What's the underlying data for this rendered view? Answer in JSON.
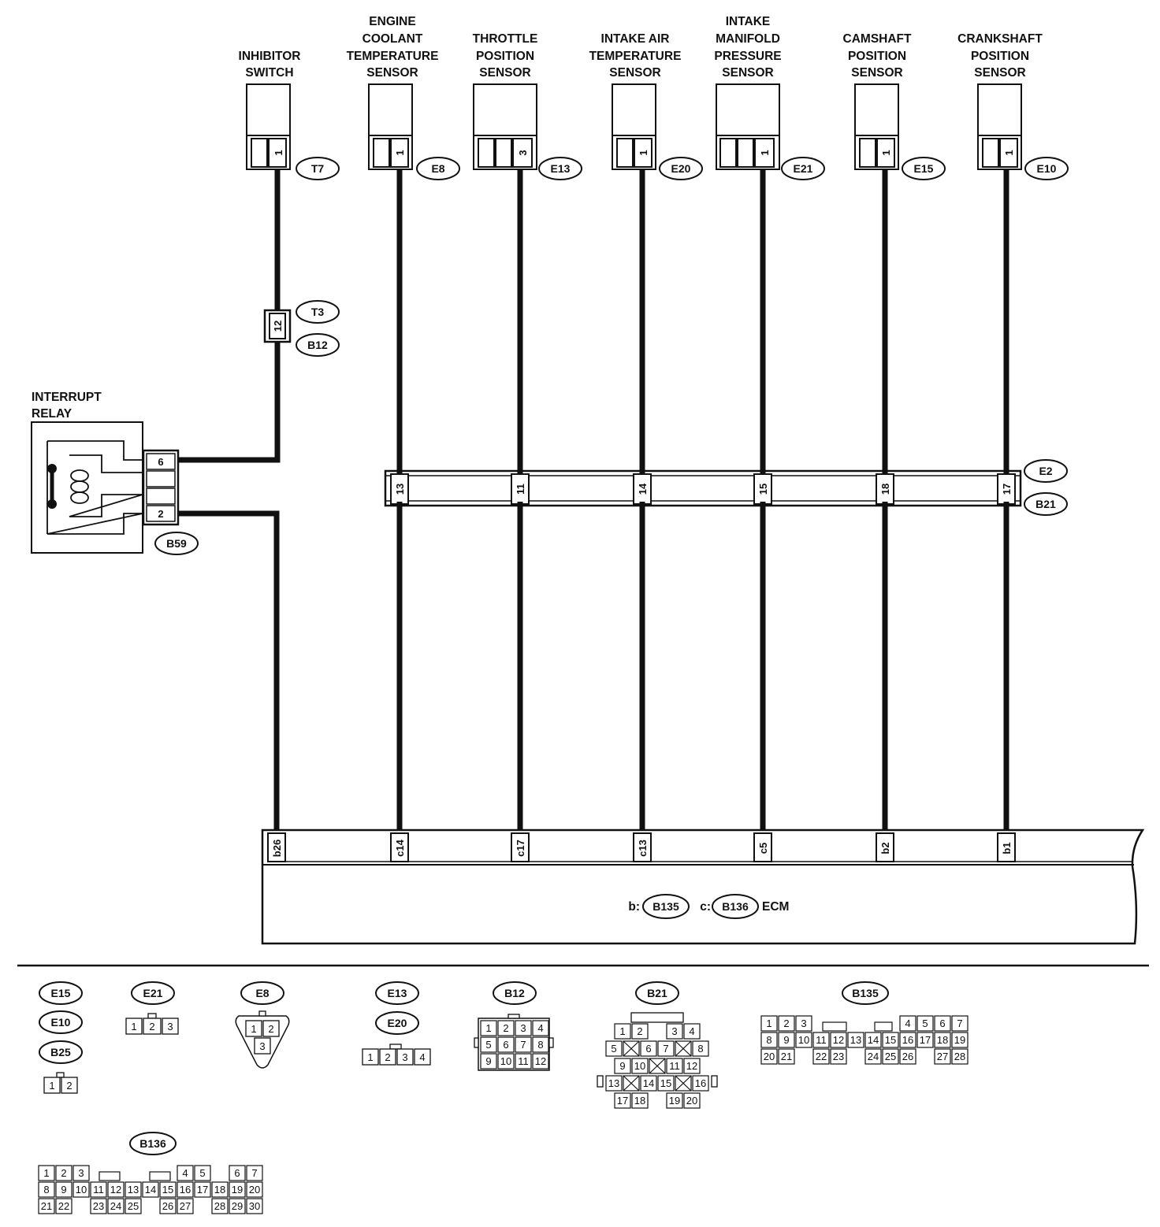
{
  "diagram": {
    "components": {
      "inhibitor": {
        "line1": "INHIBITOR",
        "line2": "SWITCH",
        "connector": "T7",
        "pin": "1"
      },
      "coolant": {
        "line1": "ENGINE",
        "line2": "COOLANT",
        "line3": "TEMPERATURE",
        "line4": "SENSOR",
        "connector": "E8",
        "pin": "1"
      },
      "throttle": {
        "line1": "THROTTLE",
        "line2": "POSITION",
        "line3": "SENSOR",
        "connector": "E13",
        "pin": "3"
      },
      "intake_air": {
        "line1": "INTAKE AIR",
        "line2": "TEMPERATURE",
        "line3": "SENSOR",
        "connector": "E20",
        "pin": "1"
      },
      "manifold": {
        "line1": "INTAKE",
        "line2": "MANIFOLD",
        "line3": "PRESSURE",
        "line4": "SENSOR",
        "connector": "E21",
        "pin": "1"
      },
      "camshaft": {
        "line1": "CAMSHAFT",
        "line2": "POSITION",
        "line3": "SENSOR",
        "connector": "E15",
        "pin": "1"
      },
      "crankshaft": {
        "line1": "CRANKSHAFT",
        "line2": "POSITION",
        "line3": "SENSOR",
        "connector": "E10",
        "pin": "1"
      }
    },
    "relay": {
      "line1": "INTERRUPT",
      "line2": "RELAY",
      "connector": "B59",
      "pin_top": "6",
      "pin_bottom": "2"
    },
    "inline_connector": {
      "top": "T3",
      "bottom": "B12",
      "pin": "12"
    },
    "joint": {
      "top": "E2",
      "bottom": "B21",
      "pins": [
        "13",
        "11",
        "14",
        "15",
        "18",
        "17"
      ]
    },
    "ecm": {
      "pins": [
        "b26",
        "c14",
        "c17",
        "c13",
        "c5",
        "b2",
        "b1"
      ],
      "prefix_b": "b:",
      "conn_b": "B135",
      "prefix_c": "c:",
      "conn_c": "B136",
      "label": "ECM"
    }
  },
  "legend": {
    "c1": {
      "labels": [
        "E15",
        "E10",
        "B25"
      ],
      "pins": [
        "1",
        "2"
      ]
    },
    "c2": {
      "label": "E21",
      "pins": [
        "1",
        "2",
        "3"
      ]
    },
    "c3": {
      "label": "E8",
      "pins": [
        "1",
        "2",
        "3"
      ]
    },
    "c4": {
      "labels": [
        "E13",
        "E20"
      ],
      "pins": [
        "1",
        "2",
        "3",
        "4"
      ]
    },
    "c5": {
      "label": "B12",
      "rows": [
        [
          "1",
          "2",
          "3",
          "4"
        ],
        [
          "5",
          "6",
          "7",
          "8"
        ],
        [
          "9",
          "10",
          "11",
          "12"
        ]
      ]
    },
    "c6": {
      "label": "B21",
      "rows": [
        [
          "1",
          "2",
          "",
          "3",
          "4"
        ],
        [
          "5",
          "",
          "6",
          "7",
          "",
          "8"
        ],
        [
          "9",
          "10",
          "",
          "11",
          "12"
        ],
        [
          "13",
          "",
          "14",
          "15",
          "",
          "16"
        ],
        [
          "17",
          "18",
          "",
          "19",
          "20"
        ]
      ]
    },
    "c7": {
      "label": "B135",
      "rows": [
        [
          "1",
          "2",
          "3",
          "",
          "",
          "",
          "",
          "4",
          "5",
          "6",
          "7"
        ],
        [
          "8",
          "9",
          "10",
          "11",
          "12",
          "13",
          "14",
          "15",
          "16",
          "17",
          "18",
          "19"
        ],
        [
          "20",
          "21",
          "",
          "22",
          "23",
          "",
          "24",
          "25",
          "26",
          "",
          "27",
          "28"
        ]
      ]
    },
    "c8": {
      "label": "B136",
      "rows": [
        [
          "1",
          "2",
          "3",
          "",
          "",
          "",
          "",
          "4",
          "5",
          "",
          "6",
          "7"
        ],
        [
          "8",
          "9",
          "10",
          "11",
          "12",
          "13",
          "14",
          "15",
          "16",
          "17",
          "18",
          "19",
          "20"
        ],
        [
          "21",
          "22",
          "",
          "23",
          "24",
          "25",
          "",
          "26",
          "27",
          "",
          "28",
          "29",
          "30"
        ]
      ]
    }
  }
}
